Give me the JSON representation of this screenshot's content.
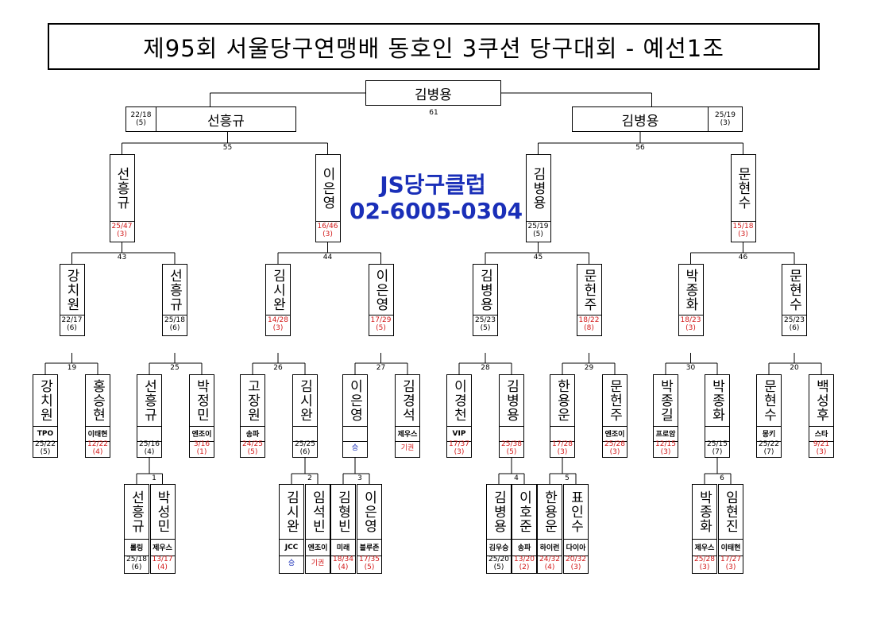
{
  "title": "제95회 서울당구연맹배 동호인 3쿠션 당구대회 - 예선1조",
  "promo": {
    "name": "JS당구클럽",
    "phone": "02-6005-0304"
  },
  "colors": {
    "winner_score": "#000000",
    "loser_score": "#d21919",
    "promo": "#1a2fb8"
  },
  "final": {
    "winner": "김병용",
    "match": "61"
  },
  "semis": [
    {
      "name": "선흥규",
      "score": "22/18",
      "inn": "(5)",
      "match": "55"
    },
    {
      "name": "김병용",
      "score": "25/19",
      "inn": "(3)",
      "match": "56"
    }
  ],
  "quarters": [
    {
      "name": "선흥규",
      "score": "25/47",
      "inn": "(3)",
      "match": "43"
    },
    {
      "name": "이은영",
      "score": "16/46",
      "inn": "(3)",
      "match": "44"
    },
    {
      "name": "김병용",
      "score": "25/19",
      "inn": "(5)",
      "match": "45"
    },
    {
      "name": "문현수",
      "score": "15/18",
      "inn": "(3)",
      "match": "46"
    }
  ],
  "round3": [
    {
      "name": "강치원",
      "score": "22/17",
      "inn": "(6)",
      "match": "19"
    },
    {
      "name": "선흥규",
      "score": "25/18",
      "inn": "(6)",
      "match": "25"
    },
    {
      "name": "김시완",
      "score": "14/28",
      "inn": "(3)",
      "match": "26"
    },
    {
      "name": "이은영",
      "score": "17/29",
      "inn": "(5)",
      "match": "27"
    },
    {
      "name": "김병용",
      "score": "25/23",
      "inn": "(5)",
      "match": "28"
    },
    {
      "name": "문헌주",
      "score": "18/22",
      "inn": "(8)",
      "match": "29"
    },
    {
      "name": "박종화",
      "score": "18/23",
      "inn": "(3)",
      "match": "30"
    },
    {
      "name": "문현수",
      "score": "25/23",
      "inn": "(6)",
      "match": "20"
    }
  ],
  "round2": [
    {
      "name": "강치원",
      "club": "TPO",
      "score": "25/22",
      "inn": "(5)"
    },
    {
      "name": "홍승현",
      "club": "이태현",
      "score": "12/22",
      "inn": "(4)"
    },
    {
      "name": "선흥규",
      "club": "",
      "score": "25/16",
      "inn": "(4)",
      "match": "1"
    },
    {
      "name": "박정민",
      "club": "엔조이",
      "score": "3/16",
      "inn": "(1)"
    },
    {
      "name": "고장원",
      "club": "송파",
      "score": "24/25",
      "inn": "(5)"
    },
    {
      "name": "김시완",
      "club": "",
      "score": "25/25",
      "inn": "(6)",
      "match": "2"
    },
    {
      "name": "이은영",
      "club": "",
      "status": "승",
      "match": "3"
    },
    {
      "name": "김경석",
      "club": "제우스",
      "status": "기권"
    },
    {
      "name": "이경천",
      "club": "VIP",
      "score": "17/37",
      "inn": "(3)"
    },
    {
      "name": "김병용",
      "club": "",
      "score": "25/38",
      "inn": "(5)",
      "match": "4"
    },
    {
      "name": "한용운",
      "club": "",
      "score": "17/28",
      "inn": "(3)",
      "match": "5"
    },
    {
      "name": "문헌주",
      "club": "엔조이",
      "score": "25/28",
      "inn": "(3)"
    },
    {
      "name": "박종길",
      "club": "프로암",
      "score": "12/15",
      "inn": "(3)"
    },
    {
      "name": "박종화",
      "club": "",
      "score": "25/15",
      "inn": "(7)",
      "match": "6"
    },
    {
      "name": "문현수",
      "club": "몽키",
      "score": "25/22",
      "inn": "(7)"
    },
    {
      "name": "백성후",
      "club": "스타",
      "score": "9/21",
      "inn": "(3)"
    }
  ],
  "round1": [
    {
      "name": "선흥규",
      "club": "롤링",
      "score": "25/18",
      "inn": "(6)"
    },
    {
      "name": "박성민",
      "club": "제우스",
      "score": "13/17",
      "inn": "(4)"
    },
    {
      "name": "김시완",
      "club": "JCC",
      "status": "승"
    },
    {
      "name": "임석빈",
      "club": "엔조이",
      "status": "기권"
    },
    {
      "name": "김형빈",
      "club": "미래",
      "score": "18/34",
      "inn": "(4)"
    },
    {
      "name": "이은영",
      "club": "블루존",
      "score": "17/35",
      "inn": "(5)"
    },
    {
      "name": "김병용",
      "club": "김우승",
      "score": "25/20",
      "inn": "(5)"
    },
    {
      "name": "이호준",
      "club": "송파",
      "score": "13/20",
      "inn": "(2)"
    },
    {
      "name": "한용운",
      "club": "하이런",
      "score": "24/32",
      "inn": "(4)"
    },
    {
      "name": "표인수",
      "club": "다이아",
      "score": "20/32",
      "inn": "(3)"
    },
    {
      "name": "박종화",
      "club": "제우스",
      "score": "25/28",
      "inn": "(3)"
    },
    {
      "name": "임현진",
      "club": "이태현",
      "score": "17/27",
      "inn": "(3)"
    }
  ]
}
